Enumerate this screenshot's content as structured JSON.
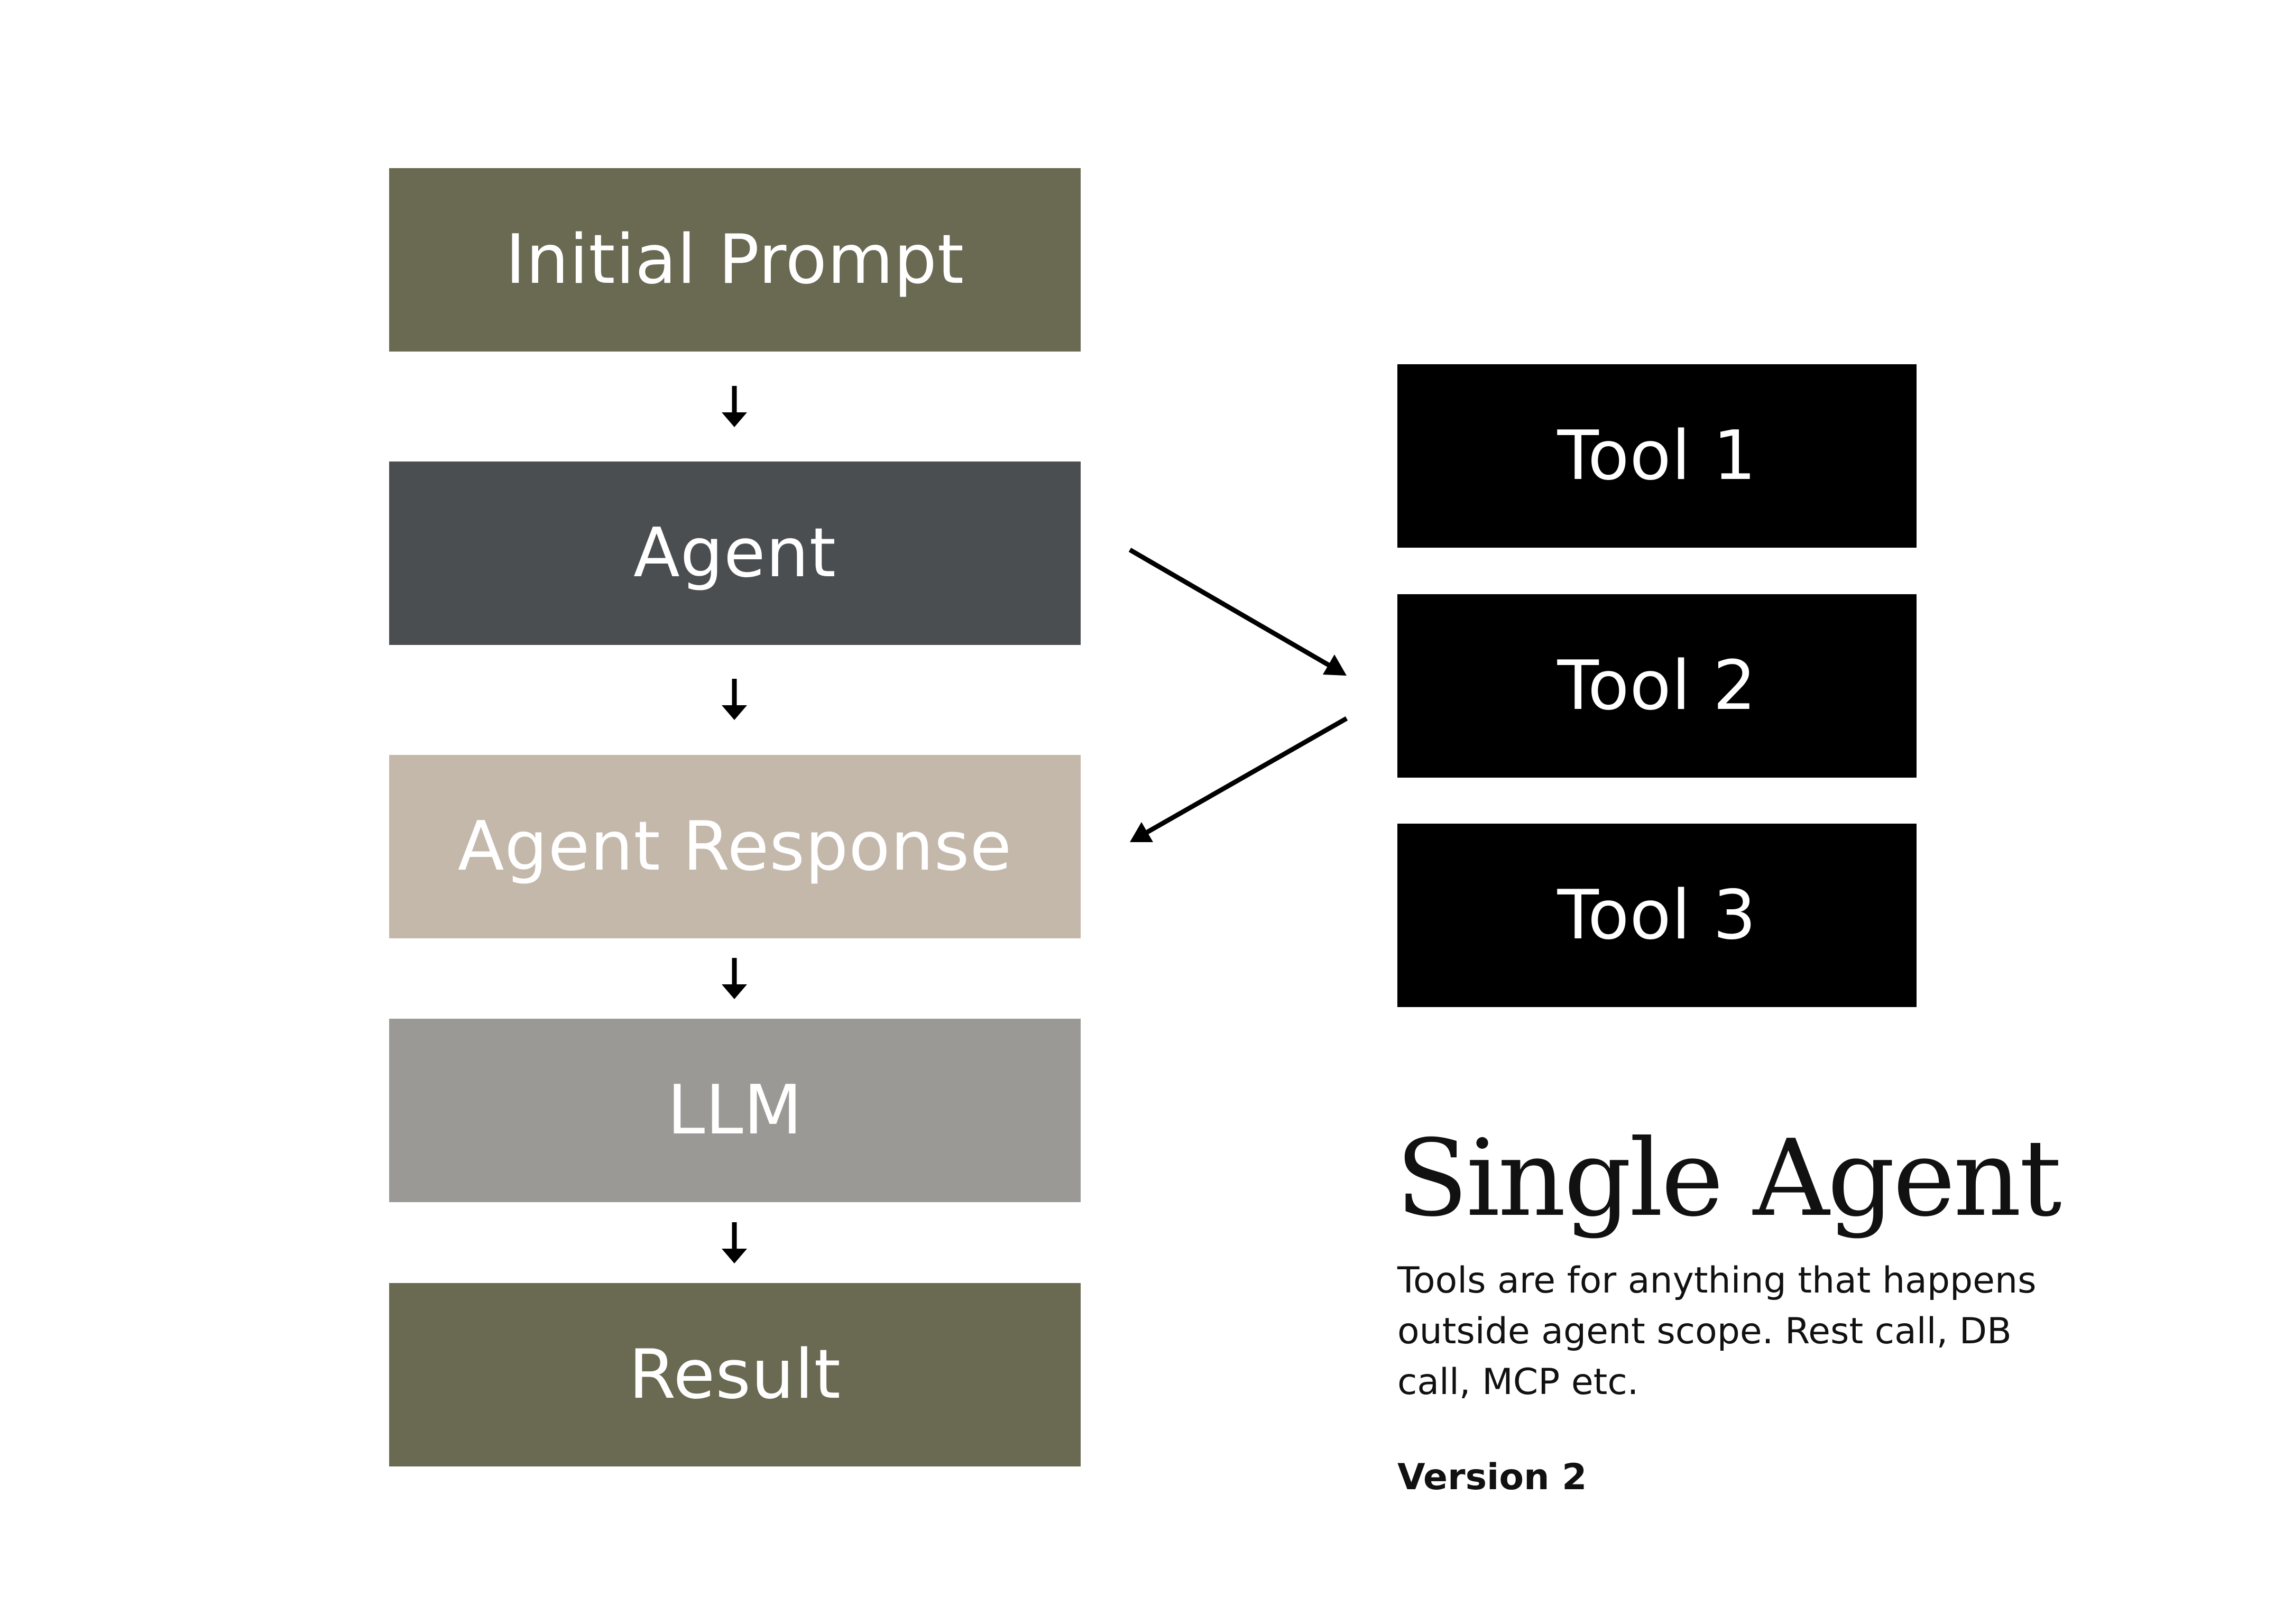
{
  "flow": {
    "steps": [
      {
        "label": "Initial Prompt",
        "color": "#6a6952"
      },
      {
        "label": "Agent",
        "color": "#4b4e51"
      },
      {
        "label": "Agent Response",
        "color": "#c4b8ab"
      },
      {
        "label": "LLM",
        "color": "#9a9995"
      },
      {
        "label": "Result",
        "color": "#6a6952"
      }
    ],
    "arrow_icon": "arrow-down-icon"
  },
  "tools": {
    "items": [
      {
        "label": "Tool 1"
      },
      {
        "label": "Tool 2"
      },
      {
        "label": "Tool 3"
      }
    ],
    "color": "#000000"
  },
  "info": {
    "title": "Single Agent",
    "description": "Tools are for anything that happens outside agent scope. Rest call, DB call, MCP etc.",
    "version": "Version 2"
  }
}
